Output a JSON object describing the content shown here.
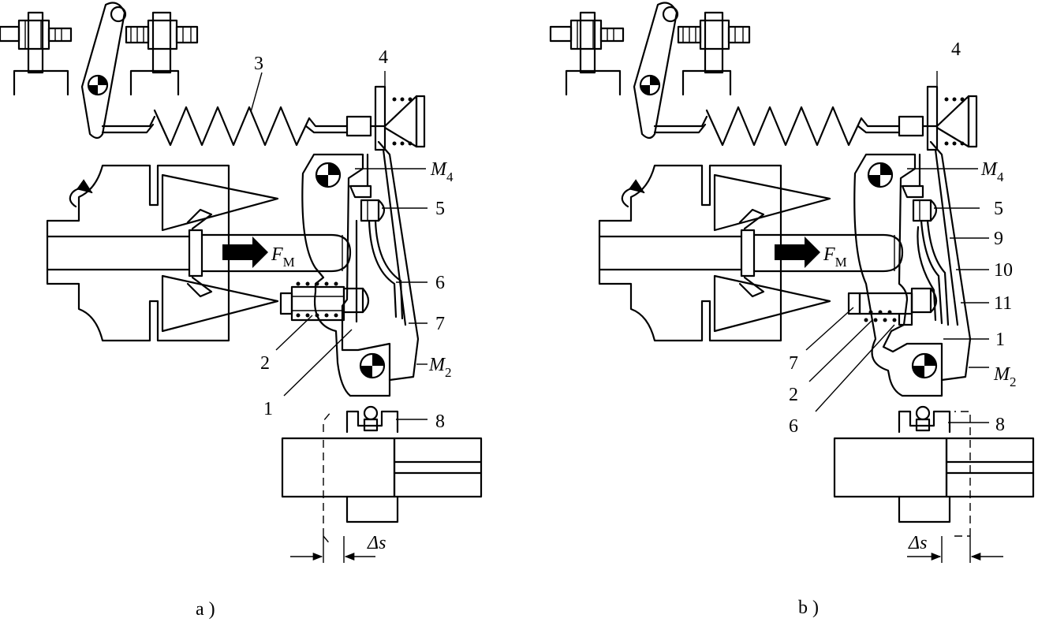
{
  "panels": [
    {
      "caption": "a )",
      "labels": {
        "n3": "3",
        "n4": "4",
        "m4_base": "M",
        "m4_sub": "4",
        "n5": "5",
        "fm_base": "F",
        "fm_sub": "M",
        "n6": "6",
        "n7": "7",
        "n2": "2",
        "m2_base": "M",
        "m2_sub": "2",
        "n1": "1",
        "n8": "8",
        "ds": "Δs"
      }
    },
    {
      "caption": "b )",
      "labels": {
        "n4": "4",
        "m4_base": "M",
        "m4_sub": "4",
        "n5": "5",
        "n9": "9",
        "fm_base": "F",
        "fm_sub": "M",
        "n10": "10",
        "n11": "11",
        "n1": "1",
        "n7": "7",
        "m2_base": "M",
        "m2_sub": "2",
        "n2": "2",
        "n8": "8",
        "n6": "6",
        "ds": "Δs"
      }
    }
  ]
}
